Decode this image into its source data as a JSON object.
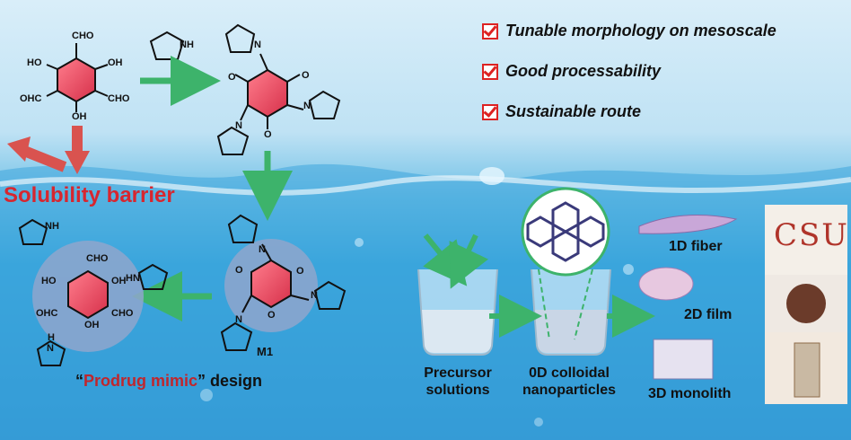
{
  "molecules": {
    "cho": "CHO",
    "oh": "OH",
    "ho": "HO",
    "ohc": "OHC",
    "o": "O",
    "nh": "NH",
    "hn": "HN",
    "n": "N",
    "h": "H"
  },
  "barrier_label": "Solubility barrier",
  "m1_label": "M1",
  "prodrug": {
    "open": "“",
    "highlight": "Prodrug mimic",
    "rest": "” design"
  },
  "features": [
    "Tunable morphology on mesoscale",
    "Good processability",
    "Sustainable route"
  ],
  "process": {
    "precursor": "Precursor solutions",
    "colloid": "0D colloidal nanoparticles"
  },
  "morphologies": [
    "1D fiber",
    "2D film",
    "3D monolith"
  ],
  "photo_text": "CSU",
  "colors": {
    "arrow_green": "#3db36b",
    "arrow_red": "#d9534f",
    "ring": "#e8495f",
    "halo": "#8fa6cc",
    "check": "#dd2222"
  }
}
